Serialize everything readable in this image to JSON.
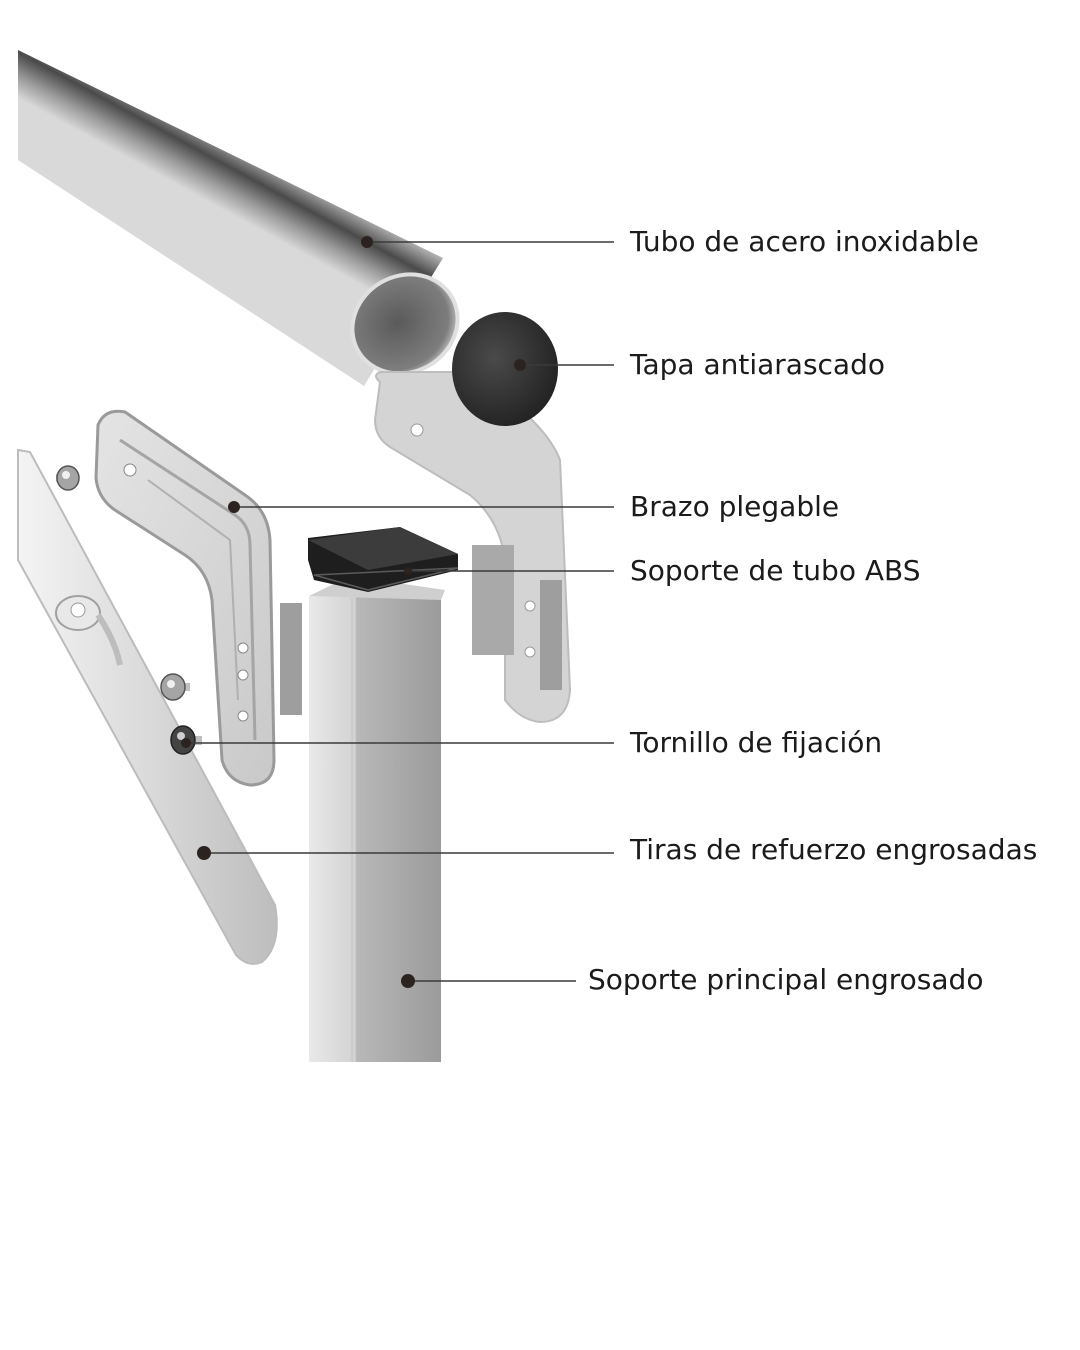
{
  "callouts": [
    {
      "id": "tube",
      "label": "Tubo de acero inoxidable"
    },
    {
      "id": "cap",
      "label": "Tapa antiarascado"
    },
    {
      "id": "arm",
      "label": "Brazo plegable"
    },
    {
      "id": "abs-support",
      "label": "Soporte de tubo ABS"
    },
    {
      "id": "screw",
      "label": "Tornillo de fijación"
    },
    {
      "id": "strips",
      "label": "Tiras de refuerzo engrosadas"
    },
    {
      "id": "main-support",
      "label": "Soporte principal engrosado"
    }
  ]
}
